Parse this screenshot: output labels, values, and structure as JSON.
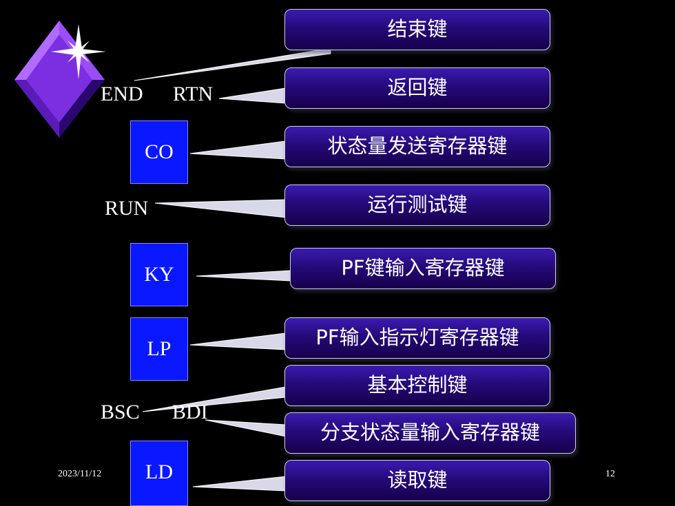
{
  "slide": {
    "date": "2023/11/12",
    "page_number": "12",
    "labels": {
      "end": "END",
      "rtn": "RTN",
      "run": "RUN",
      "bsc": "BSC",
      "bdi": "BDI"
    },
    "keys": {
      "co": "CO",
      "ky": "KY",
      "lp": "LP",
      "ld": "LD"
    },
    "callouts": {
      "end_key": "结束键",
      "return_key": "返回键",
      "status_send_register_key": "状态量发送寄存器键",
      "run_test_key": "运行测试键",
      "pf_input_register_key": "PF键输入寄存器键",
      "pf_input_indicator_register_key": "PF输入指示灯寄存器键",
      "basic_control_key": "基本控制键",
      "branch_status_input_register_key": "分支状态量输入寄存器键",
      "read_key": "读取键"
    },
    "colors": {
      "background": "#000000",
      "key_box": "#0a18ff",
      "callout_fill": "#250a7a",
      "diamond": "#7b2fe0"
    },
    "icons": [
      "diamond-sparkle-icon"
    ]
  }
}
